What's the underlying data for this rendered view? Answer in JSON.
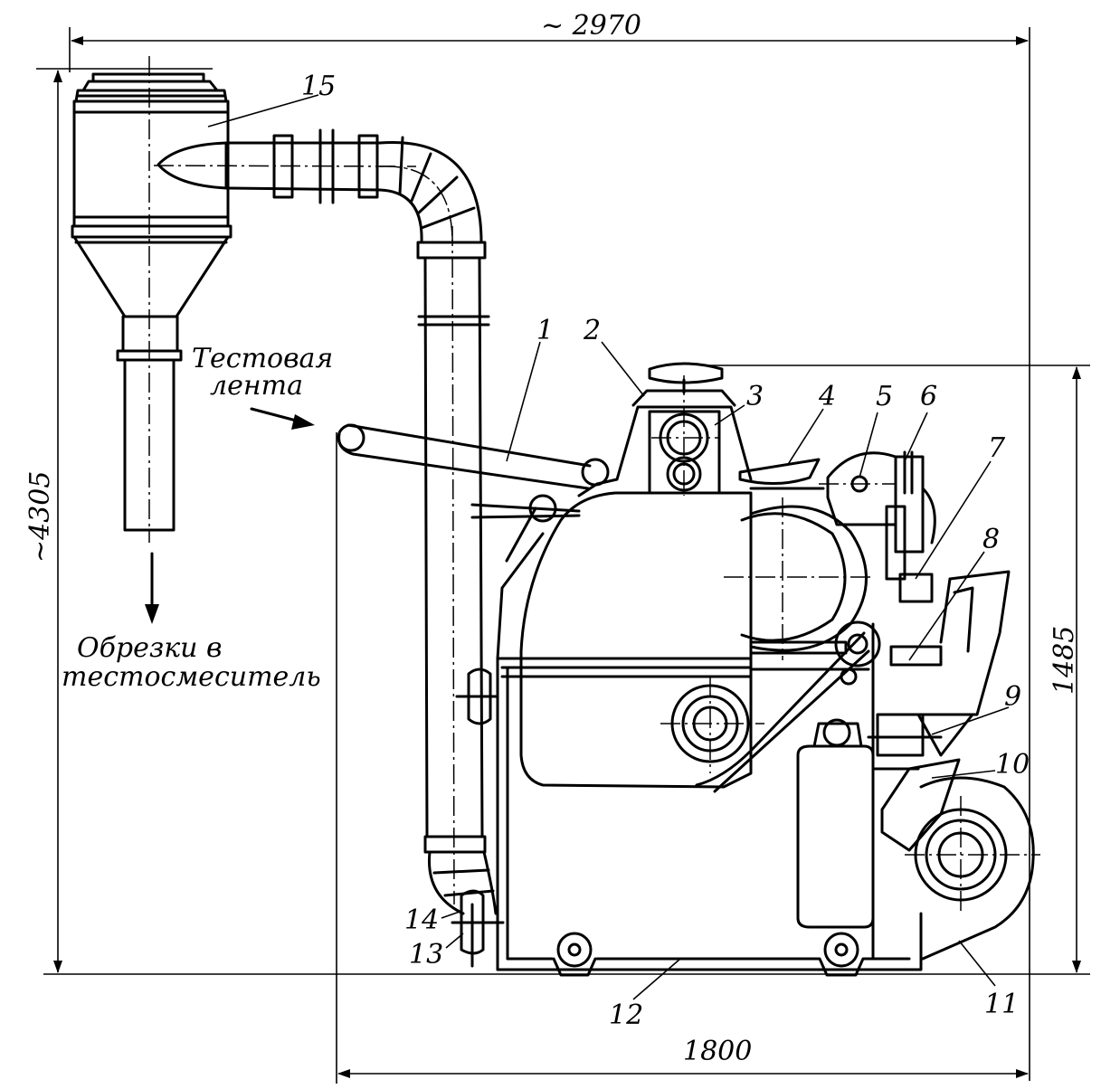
{
  "dimensions": {
    "overall_width": "~ 2970",
    "overall_height": "~4305",
    "machine_height": "1485",
    "machine_width": "1800"
  },
  "captions": {
    "dough_band_line1": "Тестовая",
    "dough_band_line2": "лента",
    "trim_line1": "Обрезки в",
    "trim_line2": "тестосмеситель"
  },
  "callouts": [
    "1",
    "2",
    "3",
    "4",
    "5",
    "6",
    "7",
    "8",
    "9",
    "10",
    "11",
    "12",
    "13",
    "14",
    "15"
  ]
}
